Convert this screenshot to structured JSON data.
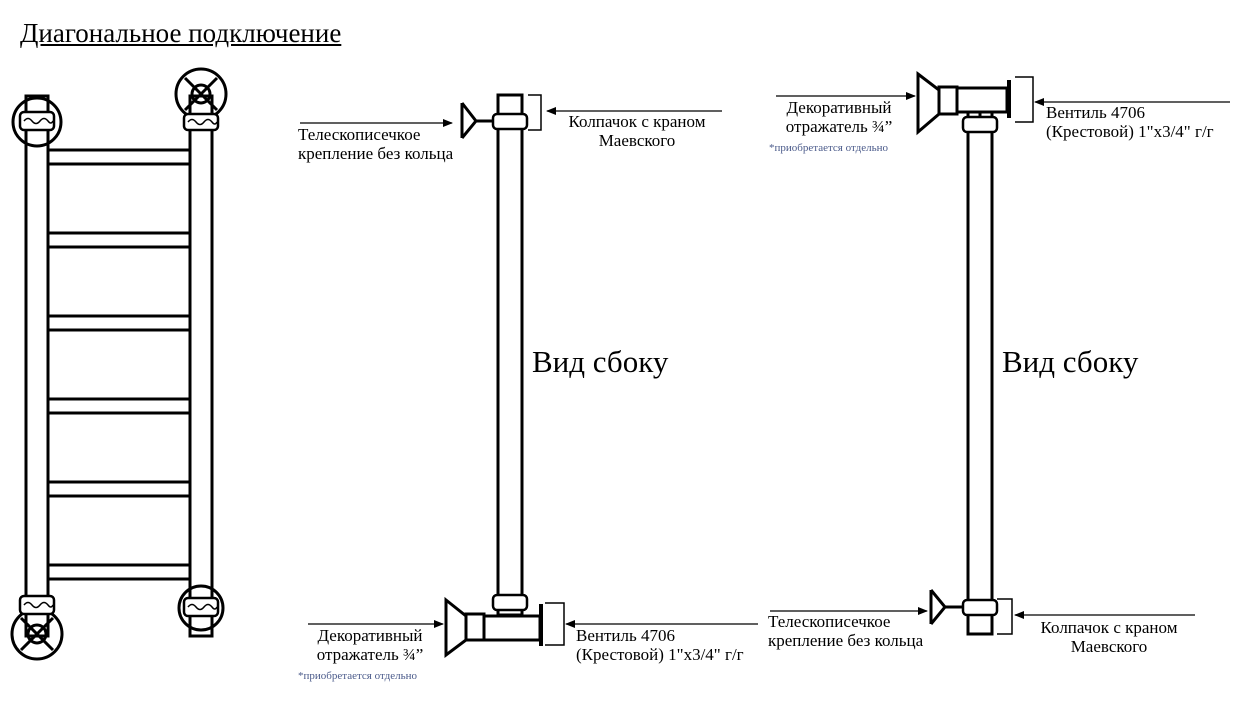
{
  "title": "Диагональное подключение",
  "side_view_label": "Вид сбоку",
  "view_a": {
    "mount": [
      "Телескописечкое",
      "крепление без кольца"
    ],
    "cap": [
      "Колпачок с краном",
      "Маевского"
    ],
    "reflector": [
      "Декоративный",
      "отражатель ¾”"
    ],
    "reflector_note": "*приобретается отдельно",
    "valve": [
      "Вентиль 4706",
      "(Крестовой) 1\"x3/4\" г/г"
    ]
  },
  "view_b": {
    "reflector": [
      "Декоративный",
      "отражатель ¾”"
    ],
    "reflector_note": "*приобретается отдельно",
    "valve": [
      "Вентиль 4706",
      "(Крестовой) 1\"x3/4\" г/г"
    ],
    "mount": [
      "Телескописечкое",
      "крепление без кольца"
    ],
    "cap": [
      "Колпачок с краном",
      "Маевского"
    ]
  },
  "colors": {
    "line": "#000000",
    "note": "#4a5a8a",
    "background": "#ffffff"
  }
}
